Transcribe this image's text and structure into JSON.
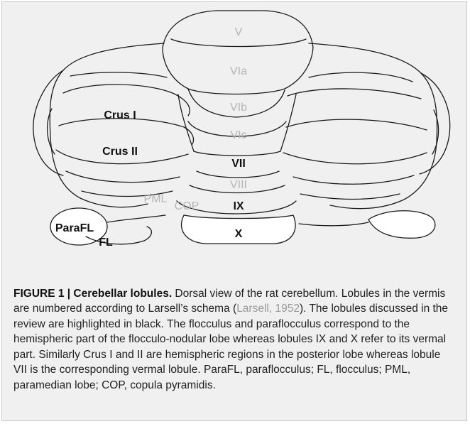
{
  "figure": {
    "labels": {
      "v": "V",
      "via": "VIa",
      "vib": "VIb",
      "vic": "VIc",
      "vii": "VII",
      "viii": "VIII",
      "ix": "IX",
      "x": "X",
      "crus1": "Crus I",
      "crus2": "Crus II",
      "pml": "PML",
      "cop": "COP",
      "parafl": "ParaFL",
      "fl": "FL"
    },
    "colors": {
      "highlighted": "#111111",
      "other": "#b5b5b5",
      "outline": "#1a1a1a",
      "background": "#f0f0f0"
    }
  },
  "caption": {
    "title": "FIGURE 1 | Cerebellar lobules.",
    "text_1": " Dorsal view of the rat cerebellum. Lobules in the vermis are numbered according to Larsell’s schema (",
    "citation": "Larsell, 1952",
    "text_2": "). The lobules discussed in the review are highlighted in black. The flocculus and paraflocculus correspond to the hemispheric part of the flocculo-nodular lobe whereas lobules IX and X refer to its vermal part. Similarly Crus I and II are hemispheric regions in the posterior lobe whereas lobule VII is the corresponding vermal lobule. ParaFL, paraflocculus; FL, flocculus; PML, paramedian lobe; COP, copula pyramidis."
  }
}
